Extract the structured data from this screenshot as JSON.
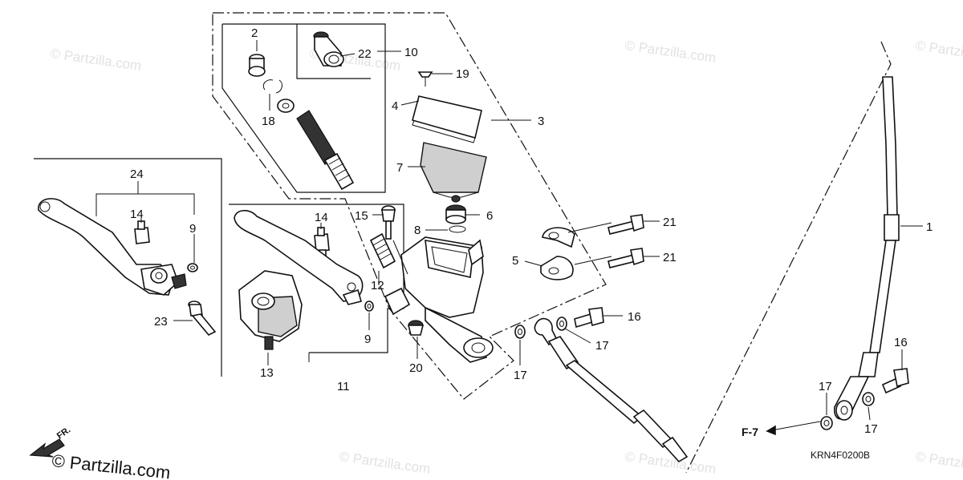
{
  "watermark": {
    "brand_text": "© Partzilla.com",
    "main_text": "© Partzilla.com"
  },
  "diagram": {
    "code": "KRN4F0200B",
    "front_arrow_label": "FR.",
    "figure_ref": "F-7"
  },
  "callouts": {
    "c1": "1",
    "c2": "2",
    "c3": "3",
    "c4": "4",
    "c5": "5",
    "c6": "6",
    "c7": "7",
    "c8": "8",
    "c9a": "9",
    "c9b": "9",
    "c10": "10",
    "c11": "11",
    "c12": "12",
    "c13": "13",
    "c14a": "14",
    "c14b": "14",
    "c15": "15",
    "c16a": "16",
    "c16b": "16",
    "c17a": "17",
    "c17b": "17",
    "c17c": "17",
    "c17d": "17",
    "c18": "18",
    "c19": "19",
    "c20": "20",
    "c21a": "21",
    "c21b": "21",
    "c22": "22",
    "c23": "23",
    "c24": "24"
  }
}
